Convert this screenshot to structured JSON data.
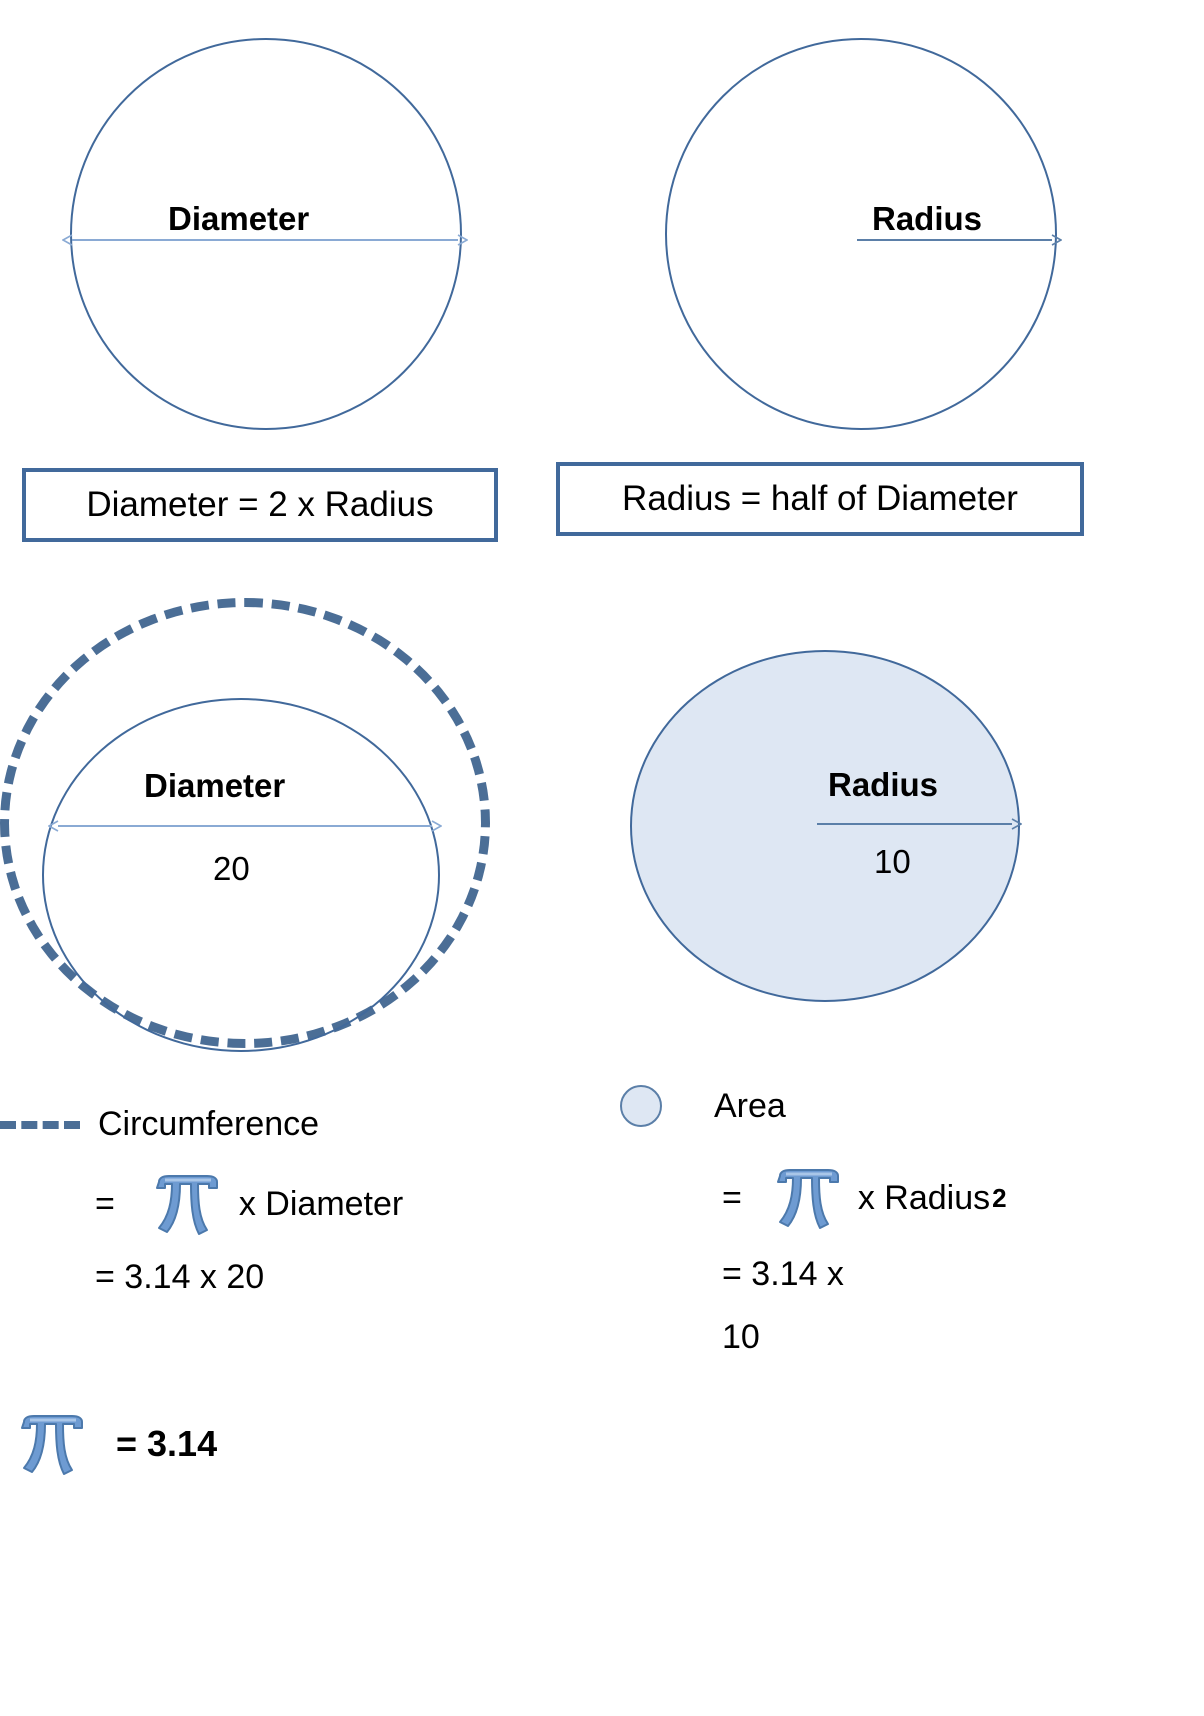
{
  "diagram": {
    "title_hidden": "",
    "colors": {
      "stroke_blue": "#41699B",
      "dashed_blue": "#4B6E96",
      "fill_light_blue": "#DEE7F3",
      "arrow_blue": "#8AAAD4",
      "text_black": "#000000",
      "box_border": "#41699B"
    }
  },
  "panels": [
    {
      "id": "diameter-definition",
      "circle_label": "Diameter",
      "value": "",
      "formula_box": "Diameter = 2 x Radius"
    },
    {
      "id": "radius-definition",
      "circle_label": "Radius",
      "value": "",
      "formula_box": "Radius = half of Diameter"
    },
    {
      "id": "circumference-example",
      "circle_label": "Diameter",
      "value": "20",
      "formula_box": ""
    },
    {
      "id": "area-example",
      "circle_label": "Radius",
      "value": "10",
      "formula_box": ""
    }
  ],
  "legend": {
    "circumference": {
      "name": "Circumference",
      "equals": "=",
      "pi_symbol": "pi",
      "operator_text": "x Diameter",
      "computed_line": "= 3.14 x 20"
    },
    "area": {
      "name": "Area",
      "equals": "=",
      "pi_symbol": "pi",
      "operator_text": "x Radius",
      "exponent": "2",
      "computed_line_1": "= 3.14 x",
      "computed_line_2": "10"
    },
    "pi_value": {
      "equals_value": "= 3.14"
    }
  }
}
